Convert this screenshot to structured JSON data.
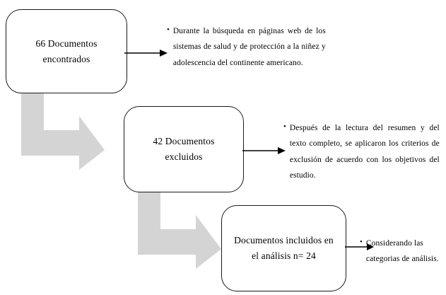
{
  "diagram": {
    "type": "flowchart",
    "orientation": "vertical-cascade",
    "colors": {
      "box_border": "#1a1a1a",
      "box_fill": "#ffffff",
      "elbow_arrow_fill": "#d4d4d4",
      "connector_arrow": "#000000",
      "text": "#000000",
      "background": "#ffffff"
    },
    "nodes": [
      {
        "id": "found",
        "label": "66 Documentos\nencontrados",
        "count": 66
      },
      {
        "id": "excluded",
        "label": "42 Documentos\nexcluidos",
        "count": 42
      },
      {
        "id": "included",
        "label": "Documentos incluidos en\nel análisis  n= 24",
        "count": 24
      }
    ],
    "notes": [
      {
        "id": "note-found",
        "bullet": "•",
        "text": "Durante la búsqueda en páginas web de los sistemas de salud y de protección a la niñez y adolescencia del continente americano."
      },
      {
        "id": "note-excluded",
        "bullet": "•",
        "text": "Después de la lectura del resumen y del texto completo, se aplicaron los criterios de exclusión de acuerdo con los objetivos del estudio."
      },
      {
        "id": "note-included",
        "bullet": "•",
        "text": "Considerando las categorias de análisis."
      }
    ],
    "connectors": [
      {
        "id": "found-to-note",
        "style": "thin-black-arrow",
        "direction": "right"
      },
      {
        "id": "excluded-to-note",
        "style": "thin-black-arrow",
        "direction": "right"
      },
      {
        "id": "included-to-note",
        "style": "thin-black-arrow",
        "direction": "right"
      }
    ],
    "flow_arrows": [
      {
        "id": "found-to-excluded",
        "style": "gray-elbow-arrow",
        "direction": "down-then-right"
      },
      {
        "id": "excluded-to-included",
        "style": "gray-elbow-arrow",
        "direction": "down-then-right"
      }
    ]
  }
}
